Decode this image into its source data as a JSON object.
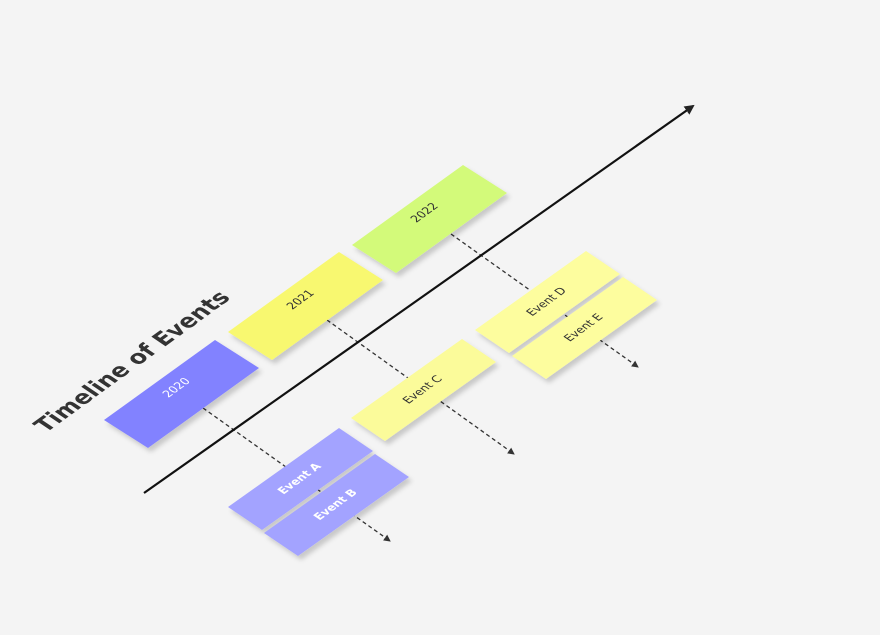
{
  "title": "Timeline of Events",
  "colors": {
    "background": "#f4f4f4",
    "axis": "#111111",
    "connector": "#333333",
    "year_2020": "#8282ff",
    "year_2021": "#f8f870",
    "year_2022": "#d3fa7a",
    "events_2020": "#a3a3ff",
    "events_2021": "#fbfb9a",
    "events_2022": "#fdfd9e",
    "dark_text": "#333333",
    "light_text": "#ffffff"
  },
  "years": [
    {
      "label": "2020"
    },
    {
      "label": "2021"
    },
    {
      "label": "2022"
    }
  ],
  "events": [
    {
      "label": "Event A",
      "year": "2020"
    },
    {
      "label": "Event B",
      "year": "2020"
    },
    {
      "label": "Event C",
      "year": "2021"
    },
    {
      "label": "Event D",
      "year": "2022"
    },
    {
      "label": "Event E",
      "year": "2022"
    }
  ]
}
